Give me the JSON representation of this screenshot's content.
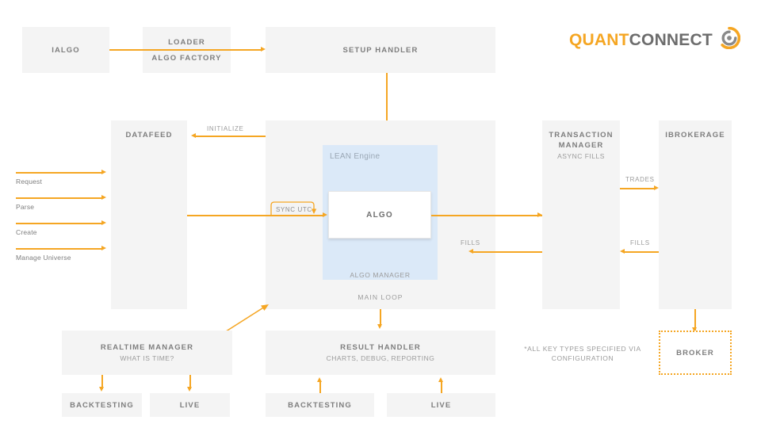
{
  "brand": {
    "word_1": "QUANT",
    "word_2": "CONNECT",
    "color_orange": "#f5a623",
    "color_gray": "#6d6d6d",
    "logo_icon": "quantconnect-swirl-icon"
  },
  "nodes": {
    "ialgo": {
      "title": "IALGO"
    },
    "loader": {
      "title": "LOADER",
      "title2": "ALGO FACTORY"
    },
    "setup_handler": {
      "title": "SETUP HANDLER"
    },
    "datafeed": {
      "title": "DATAFEED"
    },
    "main_loop": {
      "caption": "MAIN LOOP"
    },
    "lean_engine": {
      "label": "LEAN Engine"
    },
    "algo": {
      "title": "ALGO"
    },
    "algo_manager": {
      "label": "ALGO MANAGER"
    },
    "transaction_manager": {
      "title": "TRANSACTION MANAGER",
      "subtitle": "ASYNC FILLS"
    },
    "ibrokerage": {
      "title": "IBROKERAGE"
    },
    "broker": {
      "title": "BROKER"
    },
    "realtime_manager": {
      "title": "REALTIME MANAGER",
      "subtitle": "WHAT IS TIME?"
    },
    "result_handler": {
      "title": "RESULT HANDLER",
      "subtitle": "CHARTS, DEBUG, REPORTING"
    },
    "rt_backtesting": {
      "title": "BACKTESTING"
    },
    "rt_live": {
      "title": "LIVE"
    },
    "rh_backtesting": {
      "title": "BACKTESTING"
    },
    "rh_live": {
      "title": "LIVE"
    }
  },
  "edges": {
    "initialize": "INITIALIZE",
    "sync_utc": "SYNC UTC",
    "trades": "TRADES",
    "fills_brokerage": "FILLS",
    "fills_transaction": "FILLS"
  },
  "side_inputs": [
    {
      "label": "Request"
    },
    {
      "label": "Parse"
    },
    {
      "label": "Create"
    },
    {
      "label": "Manage Universe"
    }
  ],
  "footnote": {
    "line1": "*ALL KEY TYPES SPECIFIED VIA",
    "line2": "CONFIGURATION"
  }
}
